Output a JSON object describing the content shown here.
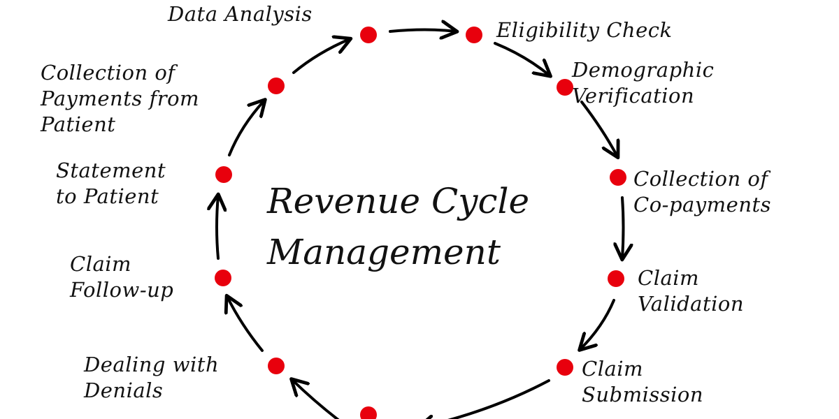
{
  "title": {
    "line1": "Revenue Cycle",
    "line2": "Management"
  },
  "steps": [
    {
      "id": "data-analysis",
      "lines": [
        "Data Analysis"
      ]
    },
    {
      "id": "eligibility-check",
      "lines": [
        "Eligibility Check"
      ]
    },
    {
      "id": "demographic-verification",
      "lines": [
        "Demographic",
        "Verification"
      ]
    },
    {
      "id": "collection-of-co-payments",
      "lines": [
        "Collection of",
        "Co-payments"
      ]
    },
    {
      "id": "claim-validation",
      "lines": [
        "Claim",
        "Validation"
      ]
    },
    {
      "id": "claim-submission",
      "lines": [
        "Claim",
        "Submission"
      ]
    },
    {
      "id": "remittance",
      "lines": [
        ""
      ]
    },
    {
      "id": "dealing-with-denials",
      "lines": [
        "Dealing with",
        "Denials"
      ]
    },
    {
      "id": "claim-follow-up",
      "lines": [
        "Claim",
        "Follow-up"
      ]
    },
    {
      "id": "statement-to-patient",
      "lines": [
        "Statement",
        "to Patient"
      ]
    },
    {
      "id": "collection-of-payments-from-patient",
      "lines": [
        "Collection of",
        "Payments from",
        "Patient"
      ]
    }
  ],
  "colors": {
    "node": "#e8000d",
    "arrow": "#000000",
    "text": "#111111"
  }
}
